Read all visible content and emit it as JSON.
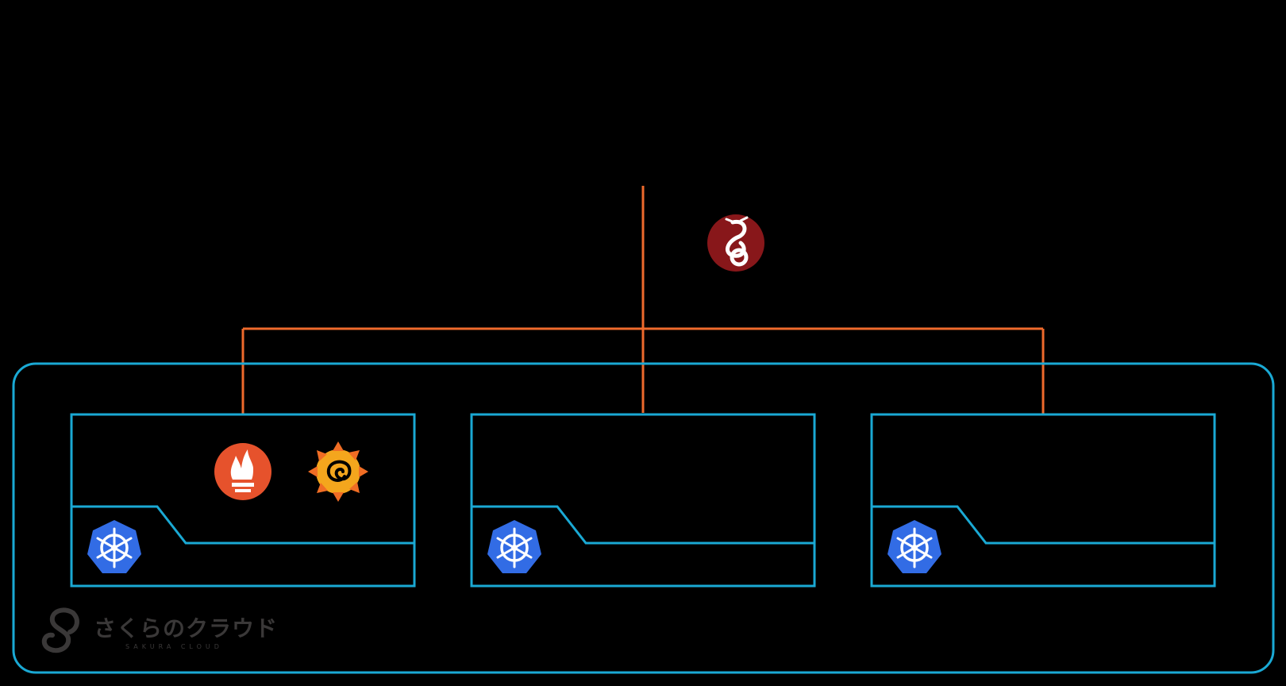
{
  "diagram": {
    "colors": {
      "background": "#000000",
      "network_line": "#ee6a2c",
      "frame": "#1aa9d4",
      "kubernetes": "#326ce5",
      "wireguard": "#88171a",
      "prometheus": "#e6522c",
      "grafana": "#f4a61d",
      "provider_logo": "#3a3838"
    },
    "network_hub_icon": "wireguard-icon",
    "cloud_provider": {
      "icon": "sakura-cloud-mark-icon",
      "name": "さくらのクラウド",
      "tagline": "SAKURA CLOUD"
    },
    "servers": [
      {
        "id": "server-1",
        "node_icon": "kubernetes-icon",
        "services": [
          "prometheus-icon",
          "grafana-icon"
        ]
      },
      {
        "id": "server-2",
        "node_icon": "kubernetes-icon",
        "services": []
      },
      {
        "id": "server-3",
        "node_icon": "kubernetes-icon",
        "services": []
      }
    ]
  }
}
